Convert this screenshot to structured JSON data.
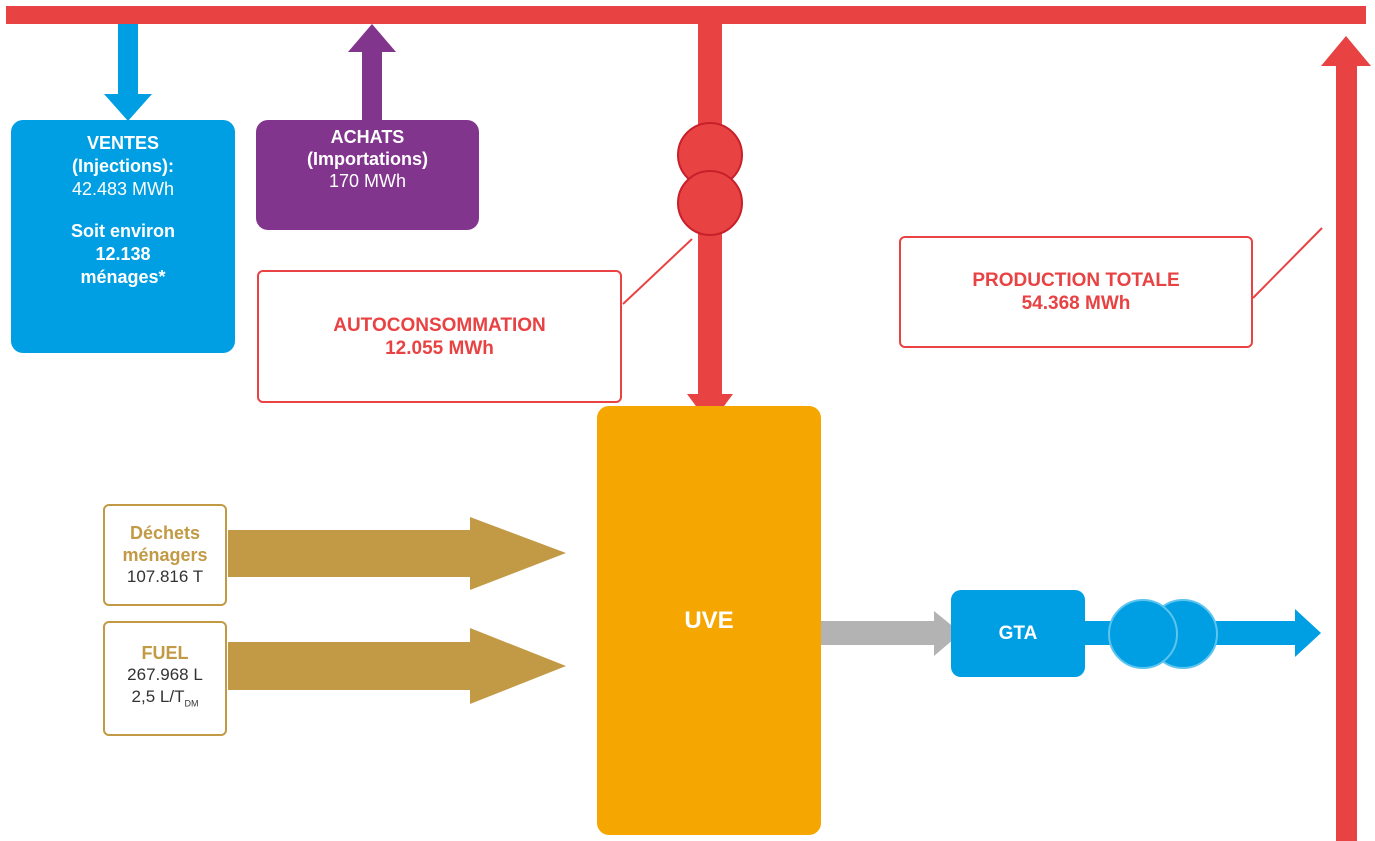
{
  "ventes": {
    "title": "VENTES",
    "subtitle": "(Injections):",
    "value": "42.483 MWh",
    "households_line1": "Soit environ",
    "households_line2": "12.138",
    "households_line3": "ménages*"
  },
  "achats": {
    "title": "ACHATS",
    "subtitle": "(Importations)",
    "value": "170 MWh"
  },
  "autoconsommation": {
    "title": "AUTOCONSOMMATION",
    "value": "12.055 MWh"
  },
  "production": {
    "title": "PRODUCTION TOTALE",
    "value": "54.368 MWh"
  },
  "dechets": {
    "title_line1": "Déchets",
    "title_line2": "ménagers",
    "value": "107.816 T"
  },
  "fuel": {
    "title": "FUEL",
    "value": "267.968 L",
    "ratio": "2,5 L/T",
    "ratio_sub": "DM"
  },
  "uve": {
    "label": "UVE"
  },
  "gta": {
    "label": "GTA"
  },
  "colors": {
    "grid_red": "#e84243",
    "sales_blue": "#009fe3",
    "purchases_purple": "#81358c",
    "waste_gold": "#c29a45",
    "uve_orange": "#f5a600",
    "steam_gray": "#b3b3b3"
  }
}
